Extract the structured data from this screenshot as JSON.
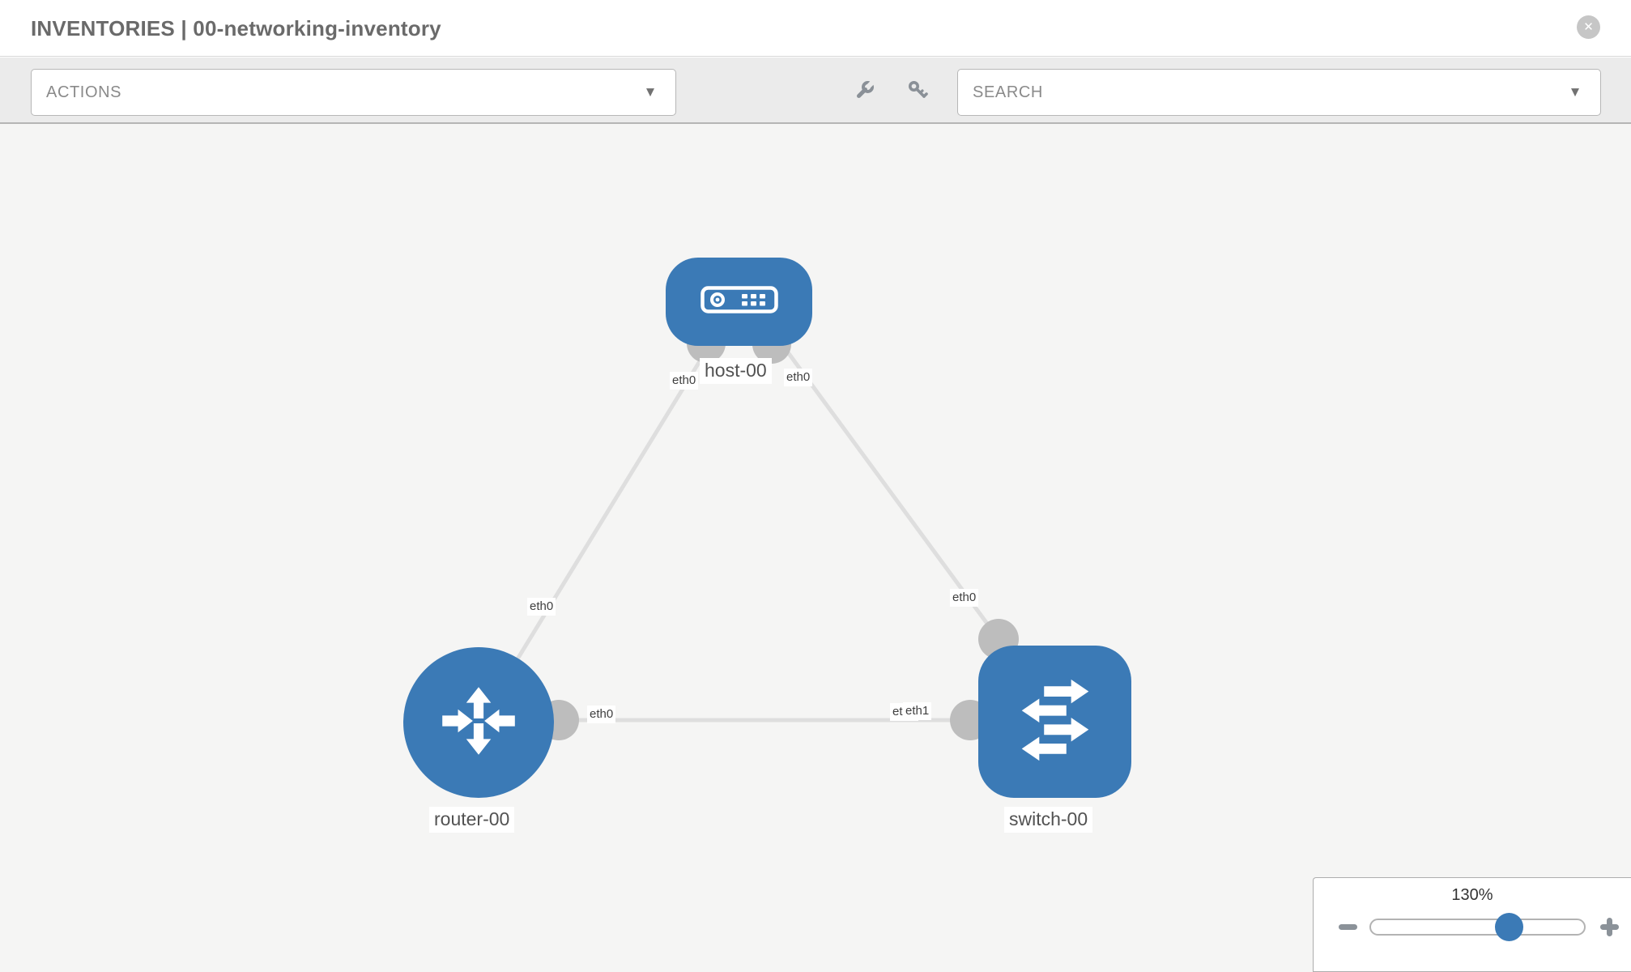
{
  "header": {
    "title": "INVENTORIES | 00-networking-inventory"
  },
  "toolbar": {
    "actions_dropdown": {
      "label": "ACTIONS"
    },
    "search_dropdown": {
      "label": "SEARCH"
    }
  },
  "icons": {
    "close": "✕",
    "caret_down": "▼"
  },
  "diagram": {
    "nodes": [
      {
        "id": "host-00",
        "label": "host-00",
        "type": "host"
      },
      {
        "id": "router-00",
        "label": "router-00",
        "type": "router"
      },
      {
        "id": "switch-00",
        "label": "switch-00",
        "type": "switch"
      }
    ],
    "links": [
      {
        "from": "host-00",
        "from_iface": "eth0",
        "to": "router-00",
        "to_iface": "eth0"
      },
      {
        "from": "host-00",
        "from_iface": "eth0",
        "to": "switch-00",
        "to_iface": "eth0"
      },
      {
        "from": "router-00",
        "from_iface": "eth0",
        "to": "switch-00",
        "to_iface": "eth1",
        "to_iface_overlapped": "eth0"
      }
    ],
    "colors": {
      "node_fill": "#3b7ab6",
      "link": "#dedede",
      "connector": "#bdbdbd",
      "canvas_bg": "#f5f5f4"
    }
  },
  "zoom_control": {
    "level": "130%"
  }
}
